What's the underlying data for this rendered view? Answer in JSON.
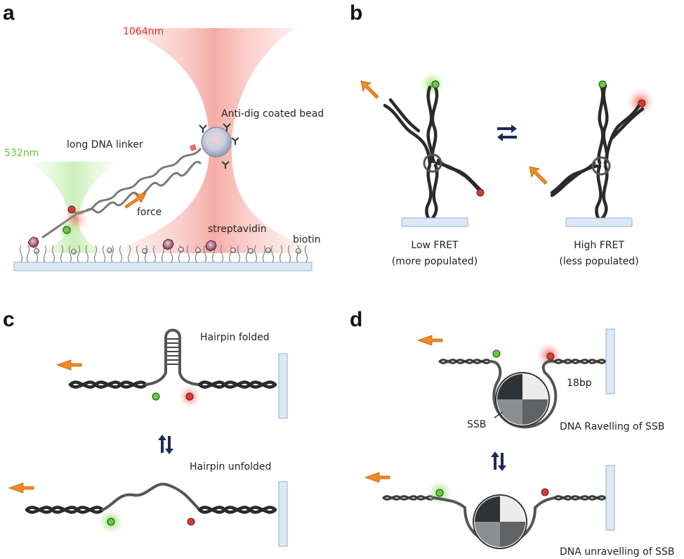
{
  "panels": {
    "a": {
      "letter": "a",
      "laser_ir": "1064nm",
      "laser_green": "532nm",
      "bead_label": "Anti-dig coated bead",
      "linker_label": "long DNA linker",
      "force_label": "force",
      "streptavidin_label": "streptavidin",
      "biotin_label": "biotin"
    },
    "b": {
      "letter": "b",
      "left_caption_1": "Low FRET",
      "left_caption_2": "(more populated)",
      "right_caption_1": "High FRET",
      "right_caption_2": "(less populated)"
    },
    "c": {
      "letter": "c",
      "folded_label": "Hairpin folded",
      "unfolded_label": "Hairpin unfolded"
    },
    "d": {
      "letter": "d",
      "bp_label": "18bp",
      "ssb_label": "SSB",
      "ravel_label": "DNA Ravelling of SSB",
      "unravel_label": "DNA unravelling of SSB"
    }
  },
  "colors": {
    "donor": "#5fcf3b",
    "acceptor": "#e8352c",
    "arrow": "#f08a24",
    "equilibrium_arrow": "#1f2a5a",
    "surface": "#dbe9f6"
  }
}
